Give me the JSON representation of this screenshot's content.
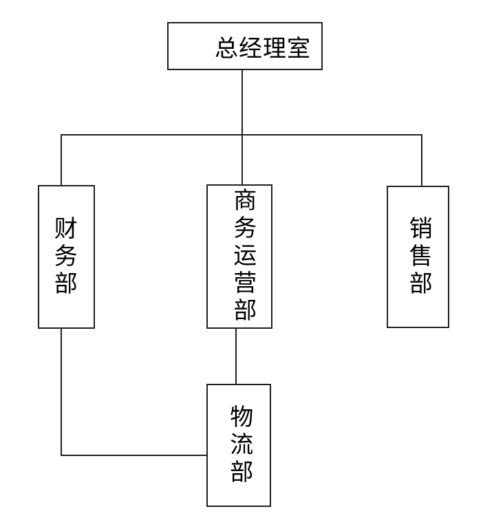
{
  "diagram": {
    "type": "org-chart",
    "background": "#ffffff",
    "line_color": "#1f1f1f",
    "text_color": "#000000",
    "root": {
      "label": "总经理室"
    },
    "departments": [
      {
        "id": "finance",
        "label": "财务部",
        "orientation": "vertical"
      },
      {
        "id": "business-operations",
        "label": "商务运营部",
        "orientation": "vertical"
      },
      {
        "id": "sales",
        "label": "销售部",
        "orientation": "vertical"
      }
    ],
    "sub_department": {
      "id": "logistics",
      "label": "物流部",
      "orientation": "vertical"
    },
    "edges": [
      "总经理室 - 财务部",
      "总经理室 - 商务运营部",
      "总经理室 - 销售部",
      "商务运营部 - 物流部",
      "财务部 - 物流部"
    ]
  }
}
